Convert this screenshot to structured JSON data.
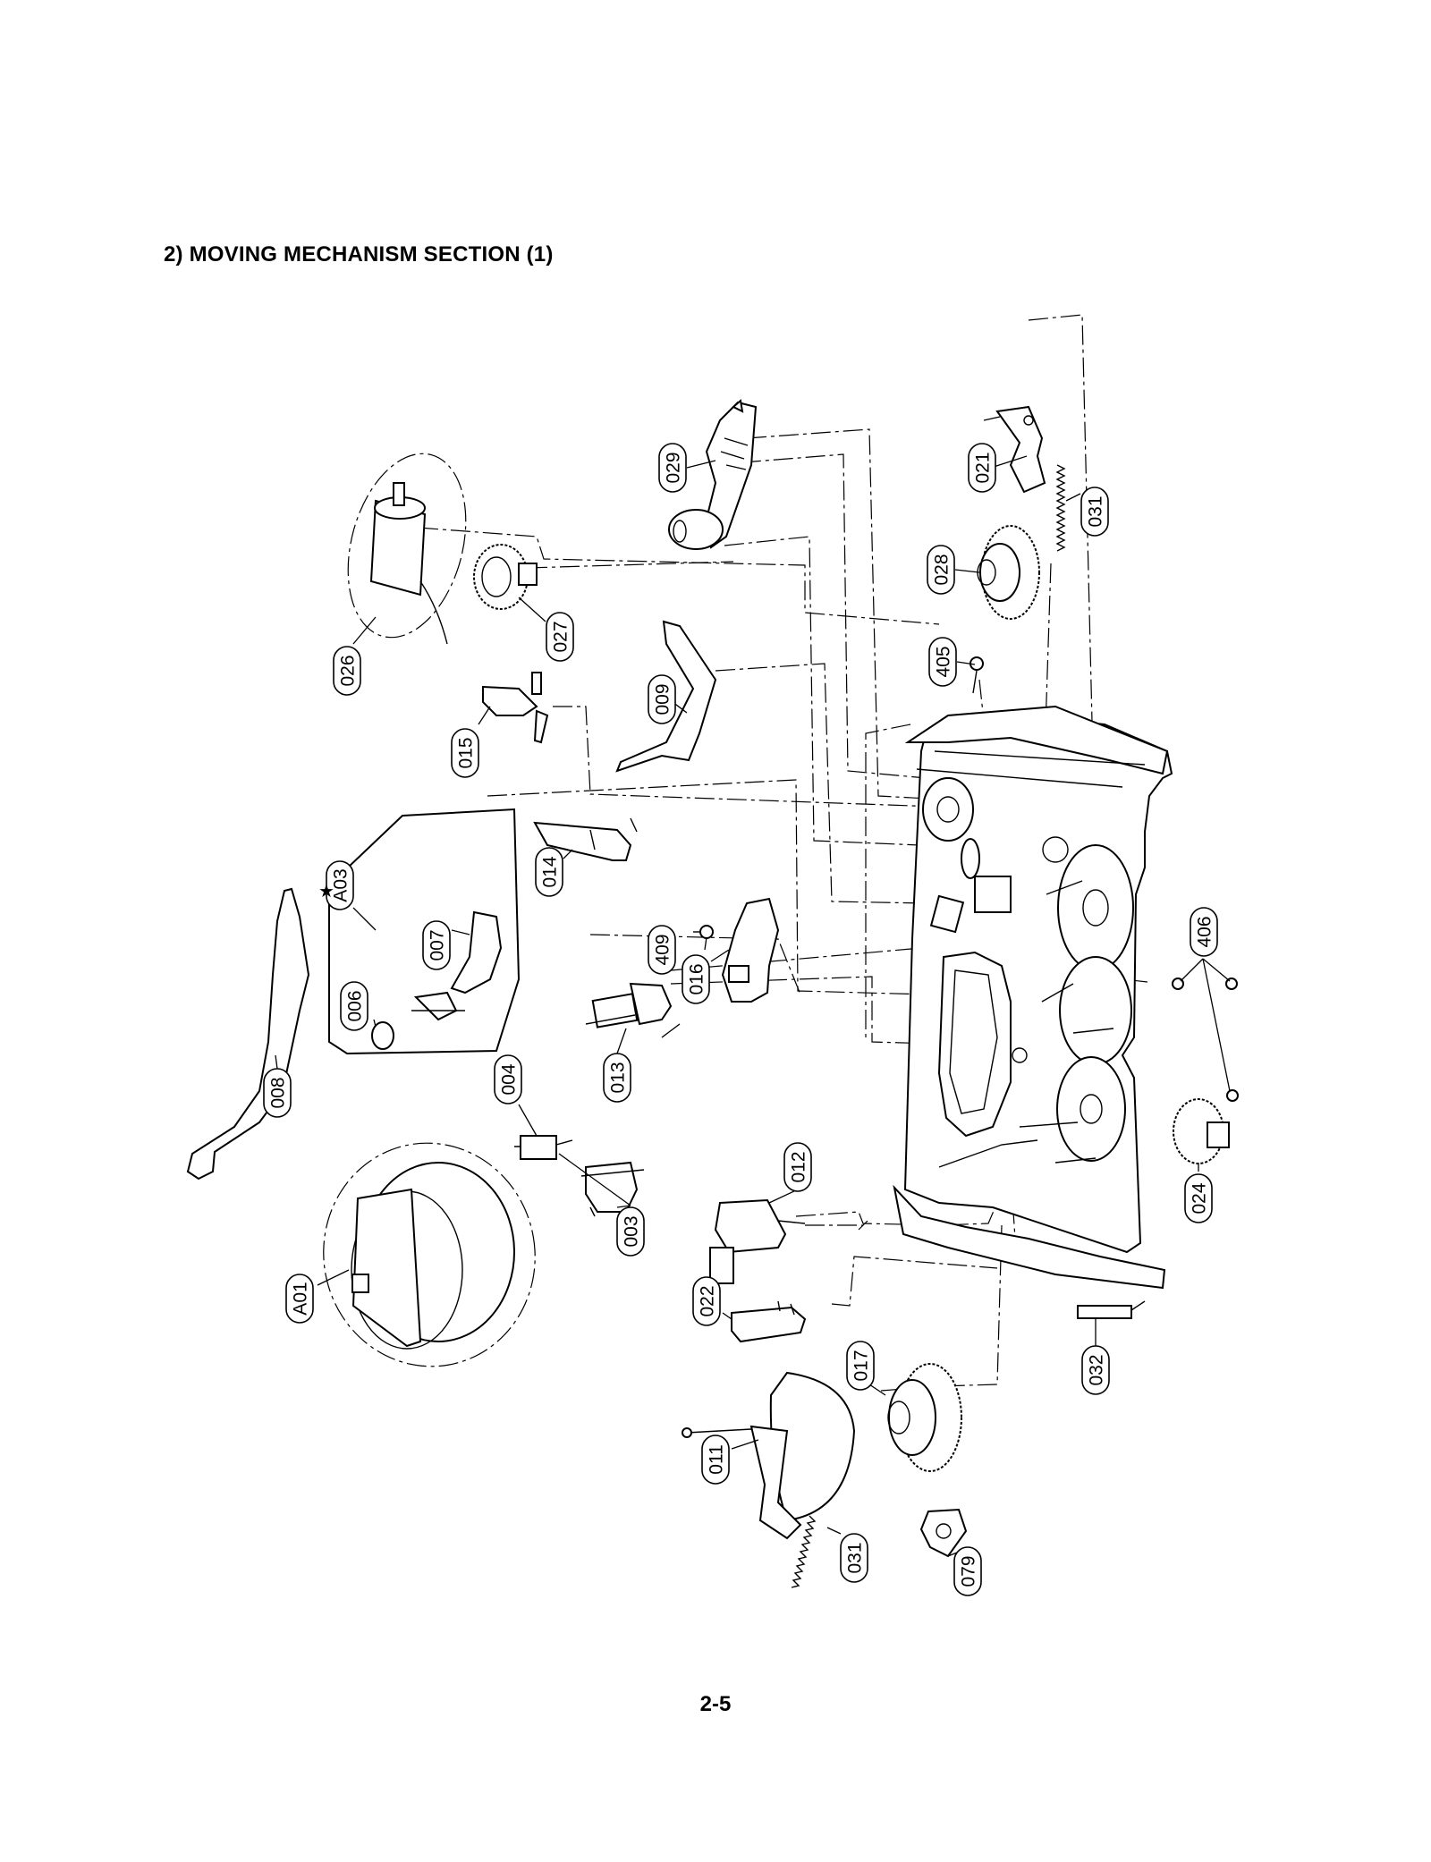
{
  "header": {
    "section_title": "2) MOVING MECHANISM SECTION (1)"
  },
  "footer": {
    "page_number": "2-5"
  },
  "parts": [
    {
      "id": "p029",
      "label": "029"
    },
    {
      "id": "p021",
      "label": "021"
    },
    {
      "id": "p031a",
      "label": "031"
    },
    {
      "id": "p028",
      "label": "028"
    },
    {
      "id": "p027",
      "label": "027"
    },
    {
      "id": "p026",
      "label": "026"
    },
    {
      "id": "p009",
      "label": "009"
    },
    {
      "id": "p405",
      "label": "405"
    },
    {
      "id": "p015",
      "label": "015"
    },
    {
      "id": "p014",
      "label": "014"
    },
    {
      "id": "pA03",
      "label": "A03"
    },
    {
      "id": "p007",
      "label": "007"
    },
    {
      "id": "p409",
      "label": "409"
    },
    {
      "id": "p016",
      "label": "016"
    },
    {
      "id": "p406",
      "label": "406"
    },
    {
      "id": "p006",
      "label": "006"
    },
    {
      "id": "p013",
      "label": "013"
    },
    {
      "id": "p008",
      "label": "008"
    },
    {
      "id": "p004",
      "label": "004"
    },
    {
      "id": "p012",
      "label": "012"
    },
    {
      "id": "p024",
      "label": "024"
    },
    {
      "id": "p003",
      "label": "003"
    },
    {
      "id": "pA01",
      "label": "A01"
    },
    {
      "id": "p022",
      "label": "022"
    },
    {
      "id": "p032",
      "label": "032"
    },
    {
      "id": "p017",
      "label": "017"
    },
    {
      "id": "p011",
      "label": "011"
    },
    {
      "id": "p031b",
      "label": "031"
    },
    {
      "id": "p079",
      "label": "079"
    }
  ],
  "marker": {
    "symbol": "★"
  }
}
